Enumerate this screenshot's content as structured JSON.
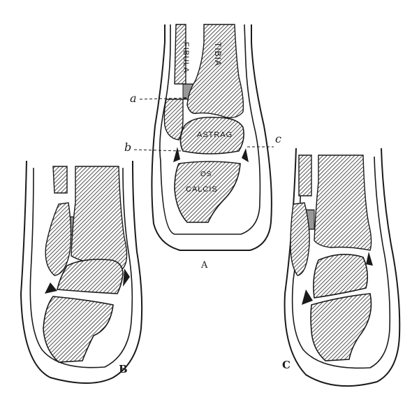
{
  "labels": {
    "fibula": "FIBULA",
    "tibia": "TIBIA",
    "astrag": "ASTRAG",
    "os": "OS",
    "calcis": "CALCIS",
    "a": "a",
    "b": "b",
    "c": "c",
    "panel_a": "A",
    "panel_b": "B",
    "panel_c": "C"
  },
  "colors": {
    "ink": "#1a1a1a",
    "paper": "#ffffff",
    "hatch": "#2a2a2a"
  }
}
